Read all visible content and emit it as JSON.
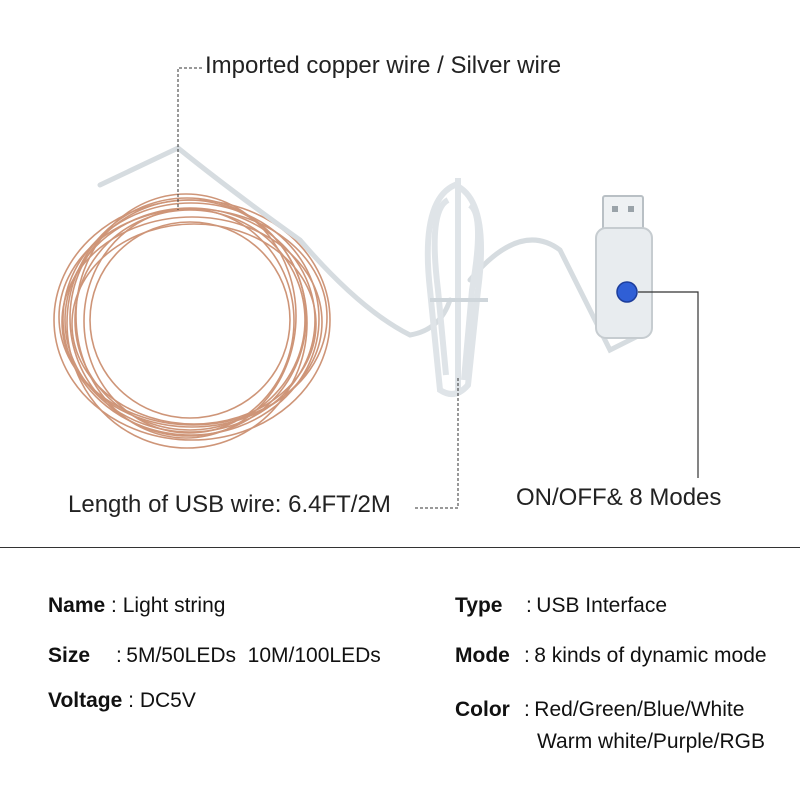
{
  "callouts": {
    "wire_type": "Imported copper wire / Silver wire",
    "usb_length": "Length of USB wire: 6.4FT/2M",
    "modes": "ON/OFF& 8 Modes"
  },
  "specs": {
    "name": {
      "label": "Name",
      "sep": " : ",
      "value": "Light string"
    },
    "size": {
      "label": "Size",
      "sep": ":",
      "value": "5M/50LEDs  10M/100LEDs"
    },
    "voltage": {
      "label": "Voltage",
      "sep": " : ",
      "value": "DC5V"
    },
    "type": {
      "label": "Type",
      "sep": ":",
      "value": "USB Interface"
    },
    "mode": {
      "label": "Mode",
      "sep": ":",
      "value": "8 kinds of dynamic mode"
    },
    "color": {
      "label": "Color",
      "sep": ":",
      "value": "Red/Green/Blue/White",
      "value_line2": "Warm white/Purple/RGB"
    }
  },
  "colors": {
    "copper": "#c98a6a",
    "usb_button": "#2f5fd6",
    "cable": "#dfe4e8"
  },
  "icons": [
    "copper-wire-coil",
    "usb-cable-bundle",
    "usb-plug",
    "mode-button"
  ]
}
